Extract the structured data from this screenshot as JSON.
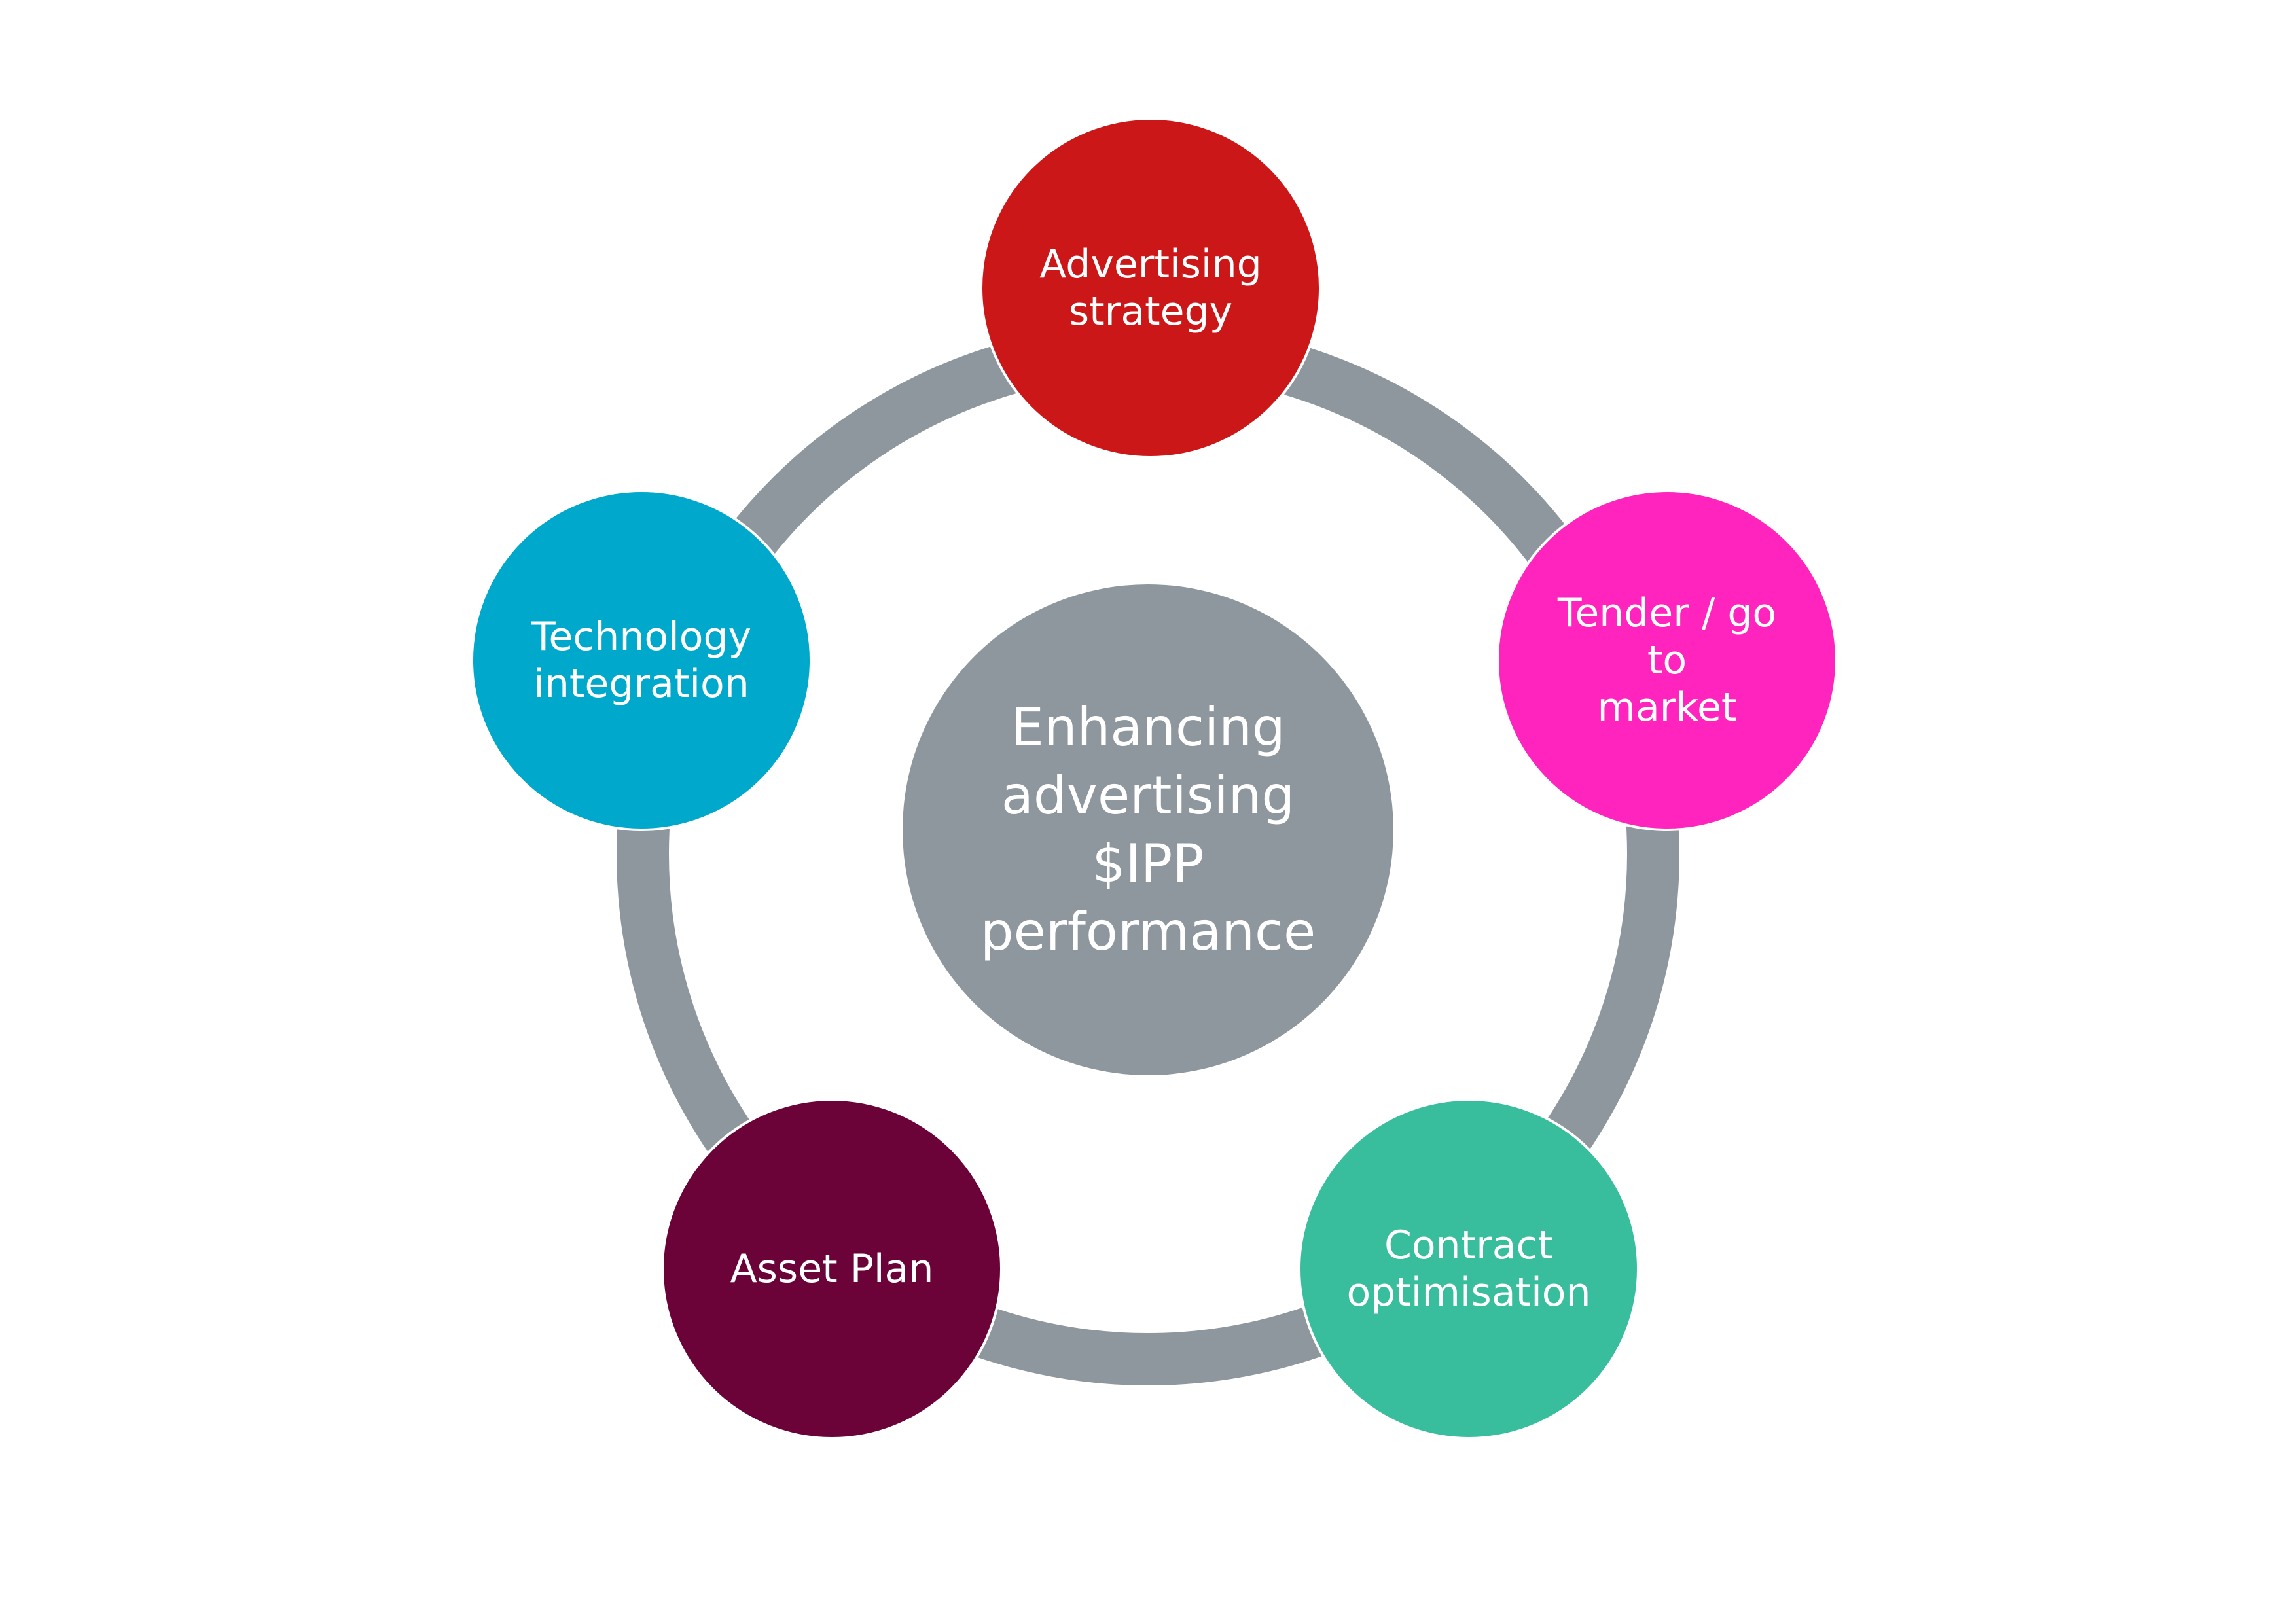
{
  "center": {
    "label": "Enhancing\nadvertising\n$IPP\nperformance",
    "color": "#8e979d"
  },
  "ring": {
    "color": "#8e979d"
  },
  "nodes": [
    {
      "id": "strategy",
      "label": "Advertising\nstrategy",
      "color": "#cc1719"
    },
    {
      "id": "tender",
      "label": "Tender / go to\nmarket",
      "color": "#ff24bd"
    },
    {
      "id": "contract",
      "label": "Contract\noptimisation",
      "color": "#38be9c"
    },
    {
      "id": "asset",
      "label": "Asset Plan",
      "color": "#6b0238"
    },
    {
      "id": "tech",
      "label": "Technology\nintegration",
      "color": "#00a9cb"
    }
  ]
}
